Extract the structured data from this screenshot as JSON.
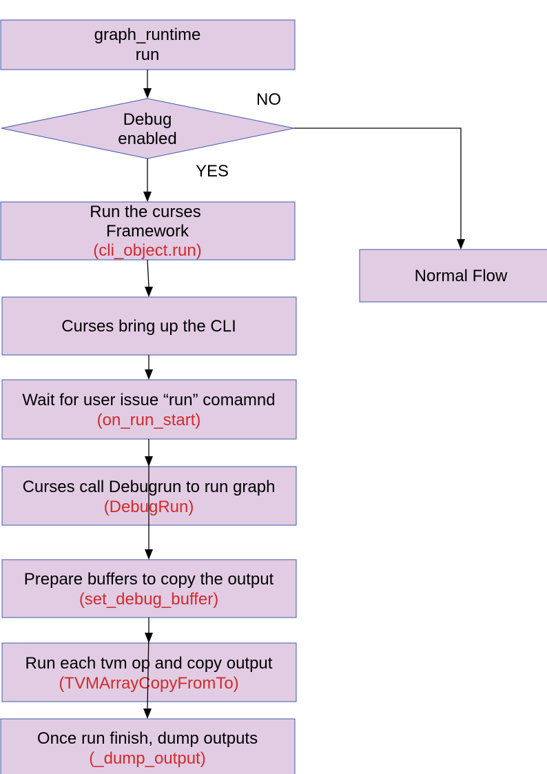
{
  "colors": {
    "box_fill": "#e1cce4",
    "box_stroke": "#3c5aa8",
    "code_text": "#d42a2a",
    "text": "#000000",
    "arrow": "#000000"
  },
  "nodes": {
    "start": {
      "line1": "graph_runtime",
      "line2": "run"
    },
    "decision": {
      "line1": "Debug",
      "line2": "enabled"
    },
    "curses_framework": {
      "line1": "Run the curses",
      "line2": "Framework",
      "code": "(cli_object.run)"
    },
    "normal_flow": {
      "line1": "Normal Flow"
    },
    "cli": {
      "line1": "Curses bring up the CLI"
    },
    "wait_run": {
      "line1": "Wait for user issue “run” comamnd",
      "code": "(on_run_start)"
    },
    "debugrun": {
      "line1": "Curses call Debugrun to run graph",
      "code": "(DebugRun)"
    },
    "prepare_buffers": {
      "line1": "Prepare buffers to copy the output",
      "code": "(set_debug_buffer)"
    },
    "run_each_op": {
      "line1": "Run each tvm op and copy output",
      "code": "(TVMArrayCopyFromTo)"
    },
    "dump_outputs": {
      "line1": "Once run finish, dump outputs",
      "code": "(_dump_output)"
    }
  },
  "edge_labels": {
    "no": "NO",
    "yes": "YES"
  }
}
